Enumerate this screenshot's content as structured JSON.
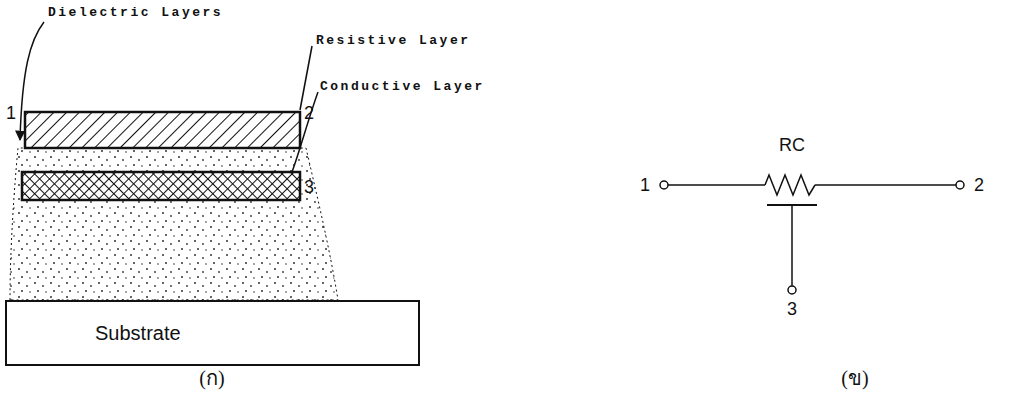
{
  "diagram": {
    "nodes": [
      {
        "text": [
          "Substrate"
        ]
      }
    ],
    "labels": [
      "Dielectric Layers",
      "Resistive Layer",
      "Conductive Layer",
      "1",
      "2",
      "3",
      "(ก)",
      "RC",
      "1",
      "2",
      "3",
      "(ข)"
    ]
  }
}
